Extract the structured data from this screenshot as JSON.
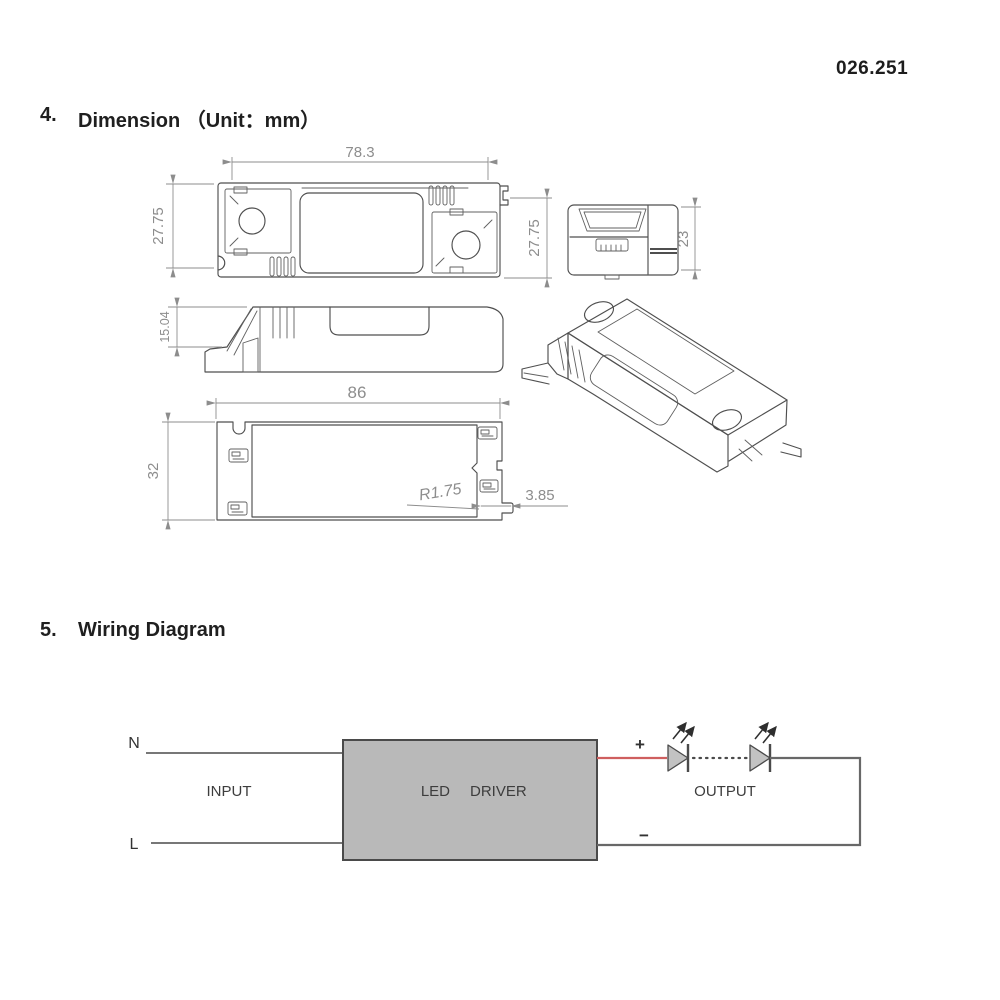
{
  "doc_number": "026.251",
  "sections": [
    {
      "number": "4.",
      "title": "Dimension （Unit：mm）"
    },
    {
      "number": "5.",
      "title": "Wiring Diagram"
    }
  ],
  "dims": {
    "top_width": "78.3",
    "plan_left_height": "27.75",
    "plan_right_height": "27.75",
    "end_height": "23",
    "side_step_height": "15.04",
    "bottom_length": "86",
    "bottom_width": "32",
    "corner_radius": "R1.75",
    "foot_width": "3.85"
  },
  "wiring": {
    "neutral": "N",
    "line": "L",
    "input": "INPUT",
    "driver_words": [
      "LED",
      "DRIVER"
    ],
    "output": "OUTPUT",
    "plus": "+",
    "minus": "−"
  },
  "colors": {
    "wire_red": "#cf5f5f",
    "driver_fill": "#b9b9b9",
    "drawing_line": "#4f4f4f",
    "dimension_grey": "#8d8d8d",
    "heading_text": "#1f1f1f",
    "wire_grey": "#686868"
  }
}
